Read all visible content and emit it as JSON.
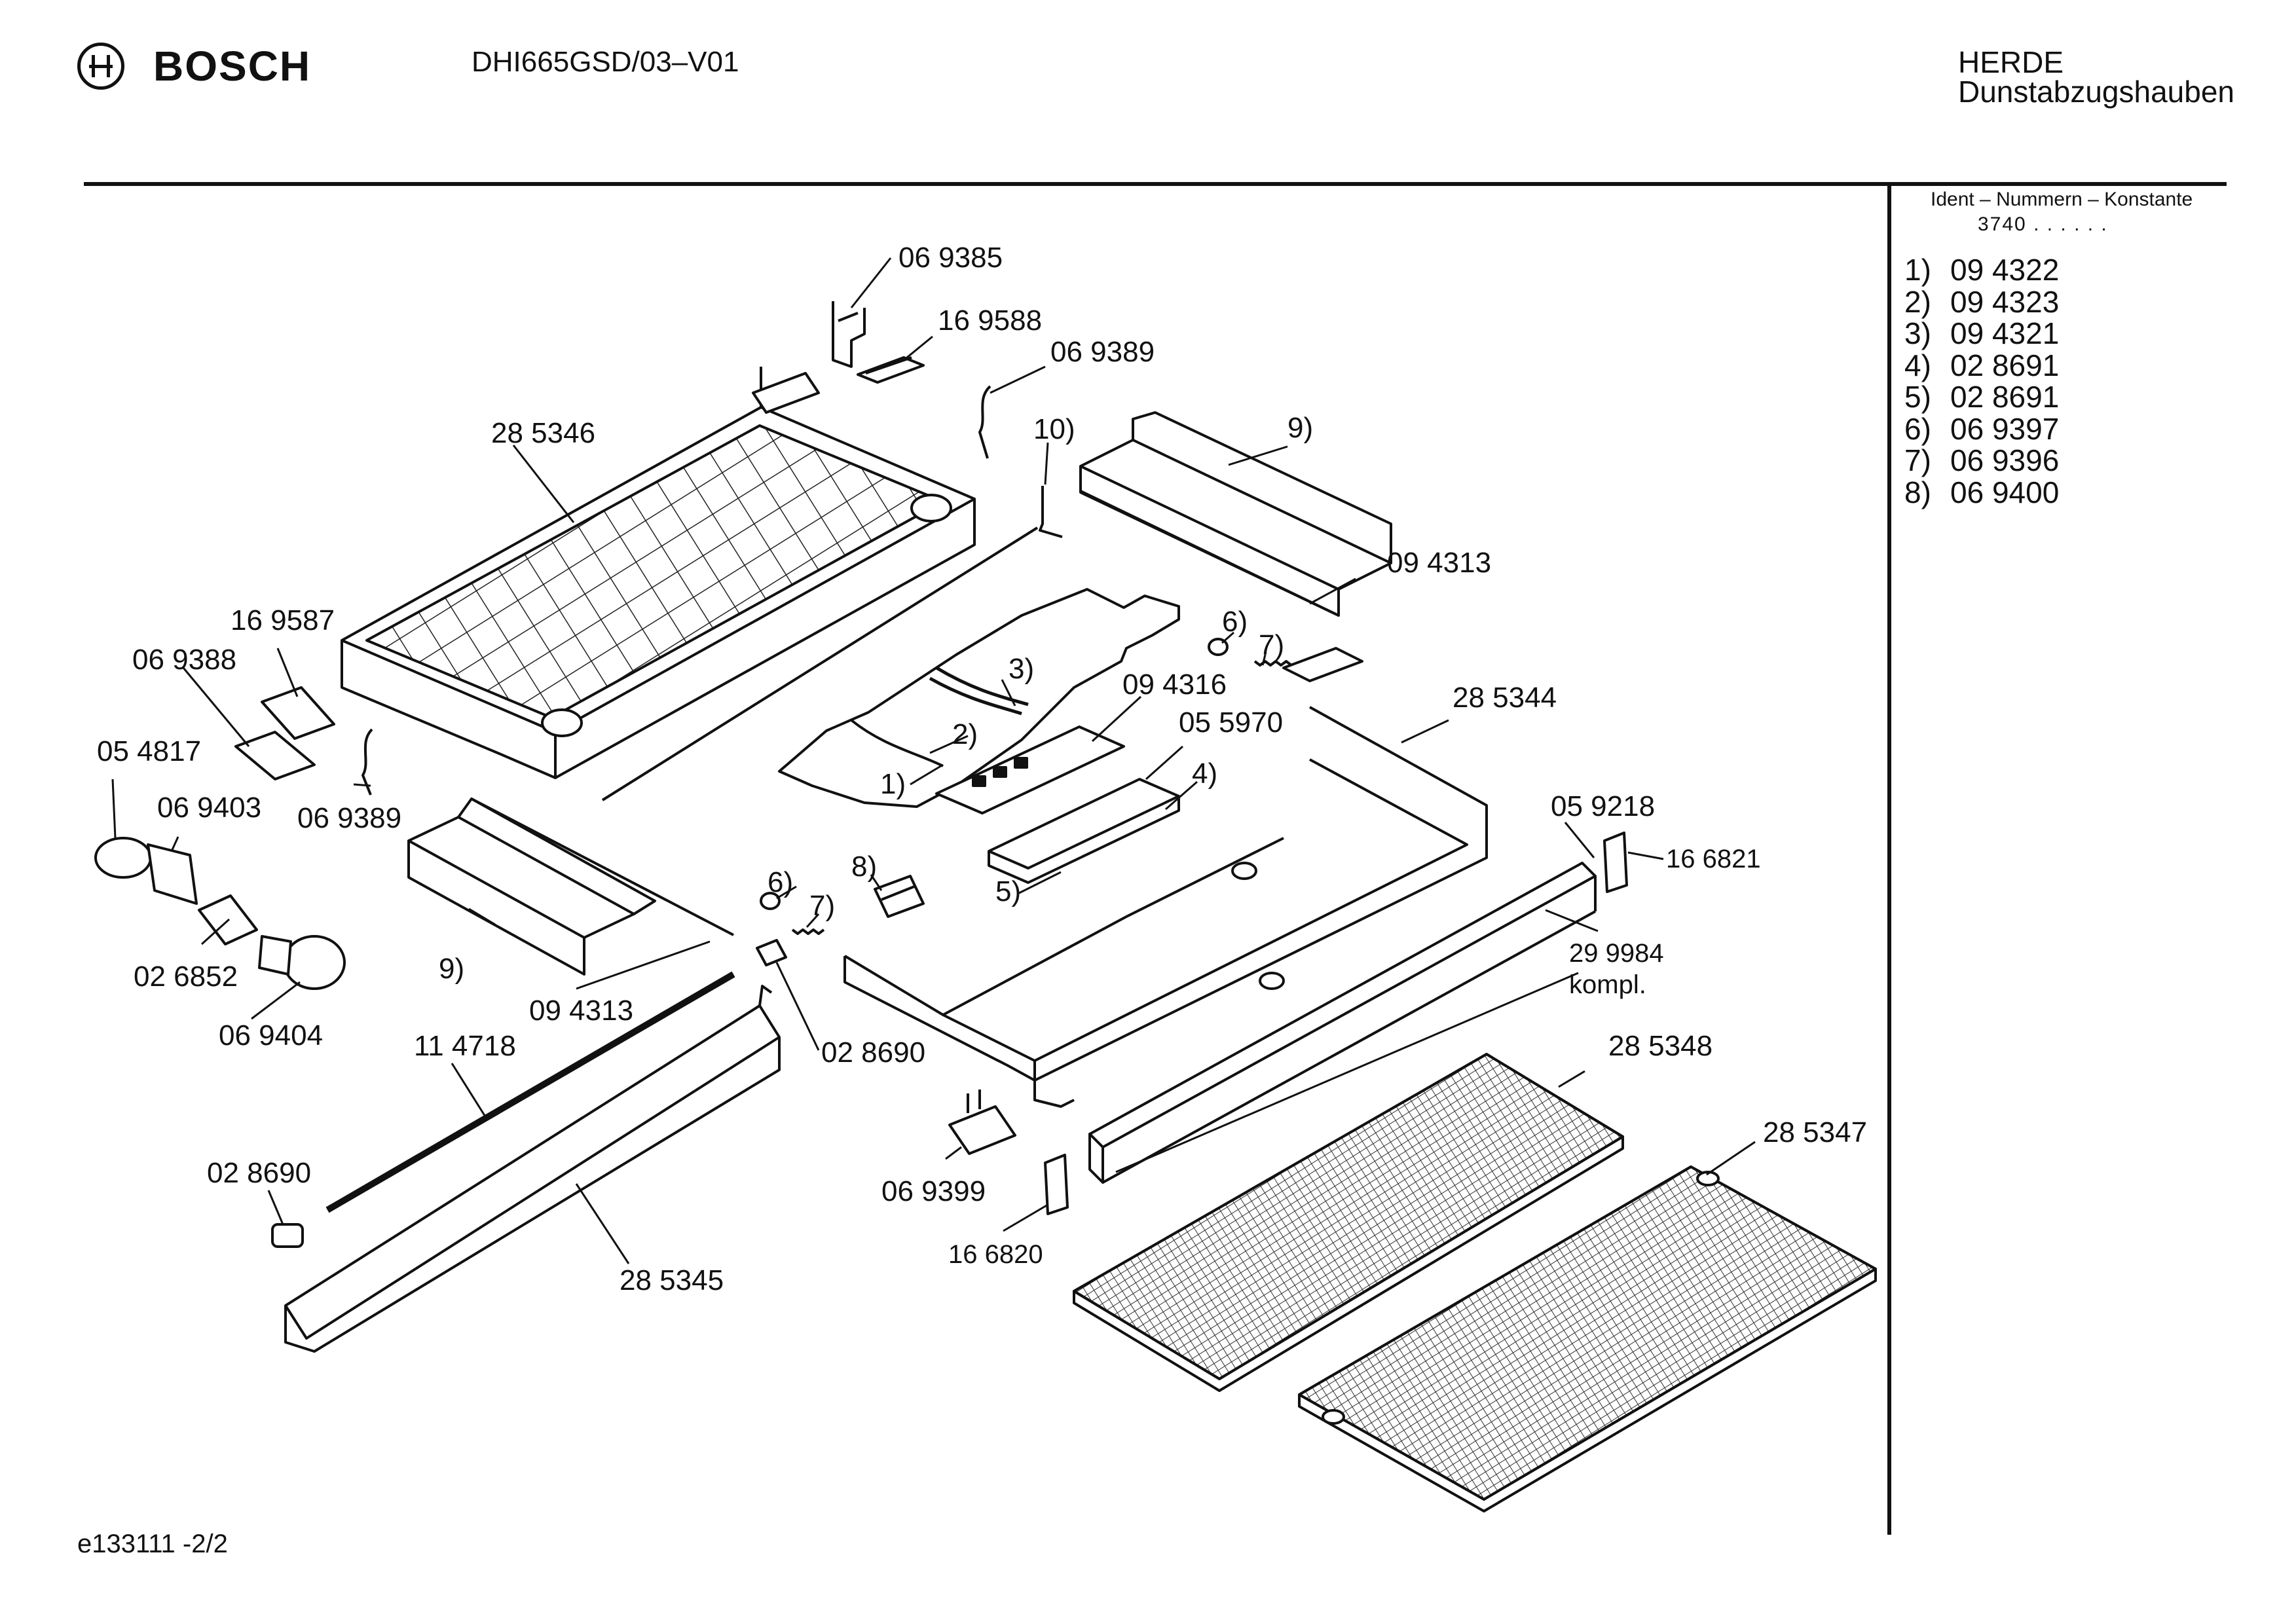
{
  "header": {
    "brand": "BOSCH",
    "model": "DHI665GSD/03–V01",
    "category_line1": "HERDE",
    "category_line2": "Dunstabzugshauben"
  },
  "ident": {
    "heading": "Ident – Nummern – Konstante",
    "value": "3740 . .   . . . .",
    "rows": [
      {
        "n": "1)",
        "v": "09 4322"
      },
      {
        "n": "2)",
        "v": "09 4323"
      },
      {
        "n": "3)",
        "v": "09 4321"
      },
      {
        "n": "4)",
        "v": "02 8691"
      },
      {
        "n": "5)",
        "v": "02 8691"
      },
      {
        "n": "6)",
        "v": "06 9397"
      },
      {
        "n": "7)",
        "v": "06 9396"
      },
      {
        "n": "8)",
        "v": "06 9400"
      }
    ]
  },
  "labels": {
    "p069385": "06 9385",
    "p169588": "16 9588",
    "p069389a": "06 9389",
    "p285346": "28 5346",
    "c10": "10)",
    "c9a": "9)",
    "p094313a": "09 4313",
    "p169587": "16 9587",
    "p069388": "06 9388",
    "c6a": "6)",
    "c7a": "7)",
    "c3": "3)",
    "p094316": "09 4316",
    "p285344": "28 5344",
    "c2": "2)",
    "p055970": "05 5970",
    "p054817": "05 4817",
    "c1": "1)",
    "c4": "4)",
    "p069403": "06 9403",
    "p069389b": "06 9389",
    "p059218": "05 9218",
    "c8": "8)",
    "p166821": "16 6821",
    "c5": "5)",
    "c6b": "6)",
    "c7b": "7)",
    "p026852": "02 6852",
    "c9b": "9)",
    "p299984": "29 9984",
    "kompl": "kompl.",
    "p094313b": "09 4313",
    "p069404": "06 9404",
    "p114718": "11 4718",
    "p028690a": "02 8690",
    "p285348": "28 5348",
    "p285347": "28 5347",
    "p028690b": "02 8690",
    "p069399": "06 9399",
    "p166820": "16 6820",
    "p285345": "28 5345"
  },
  "footer": "e133111 -2/2"
}
